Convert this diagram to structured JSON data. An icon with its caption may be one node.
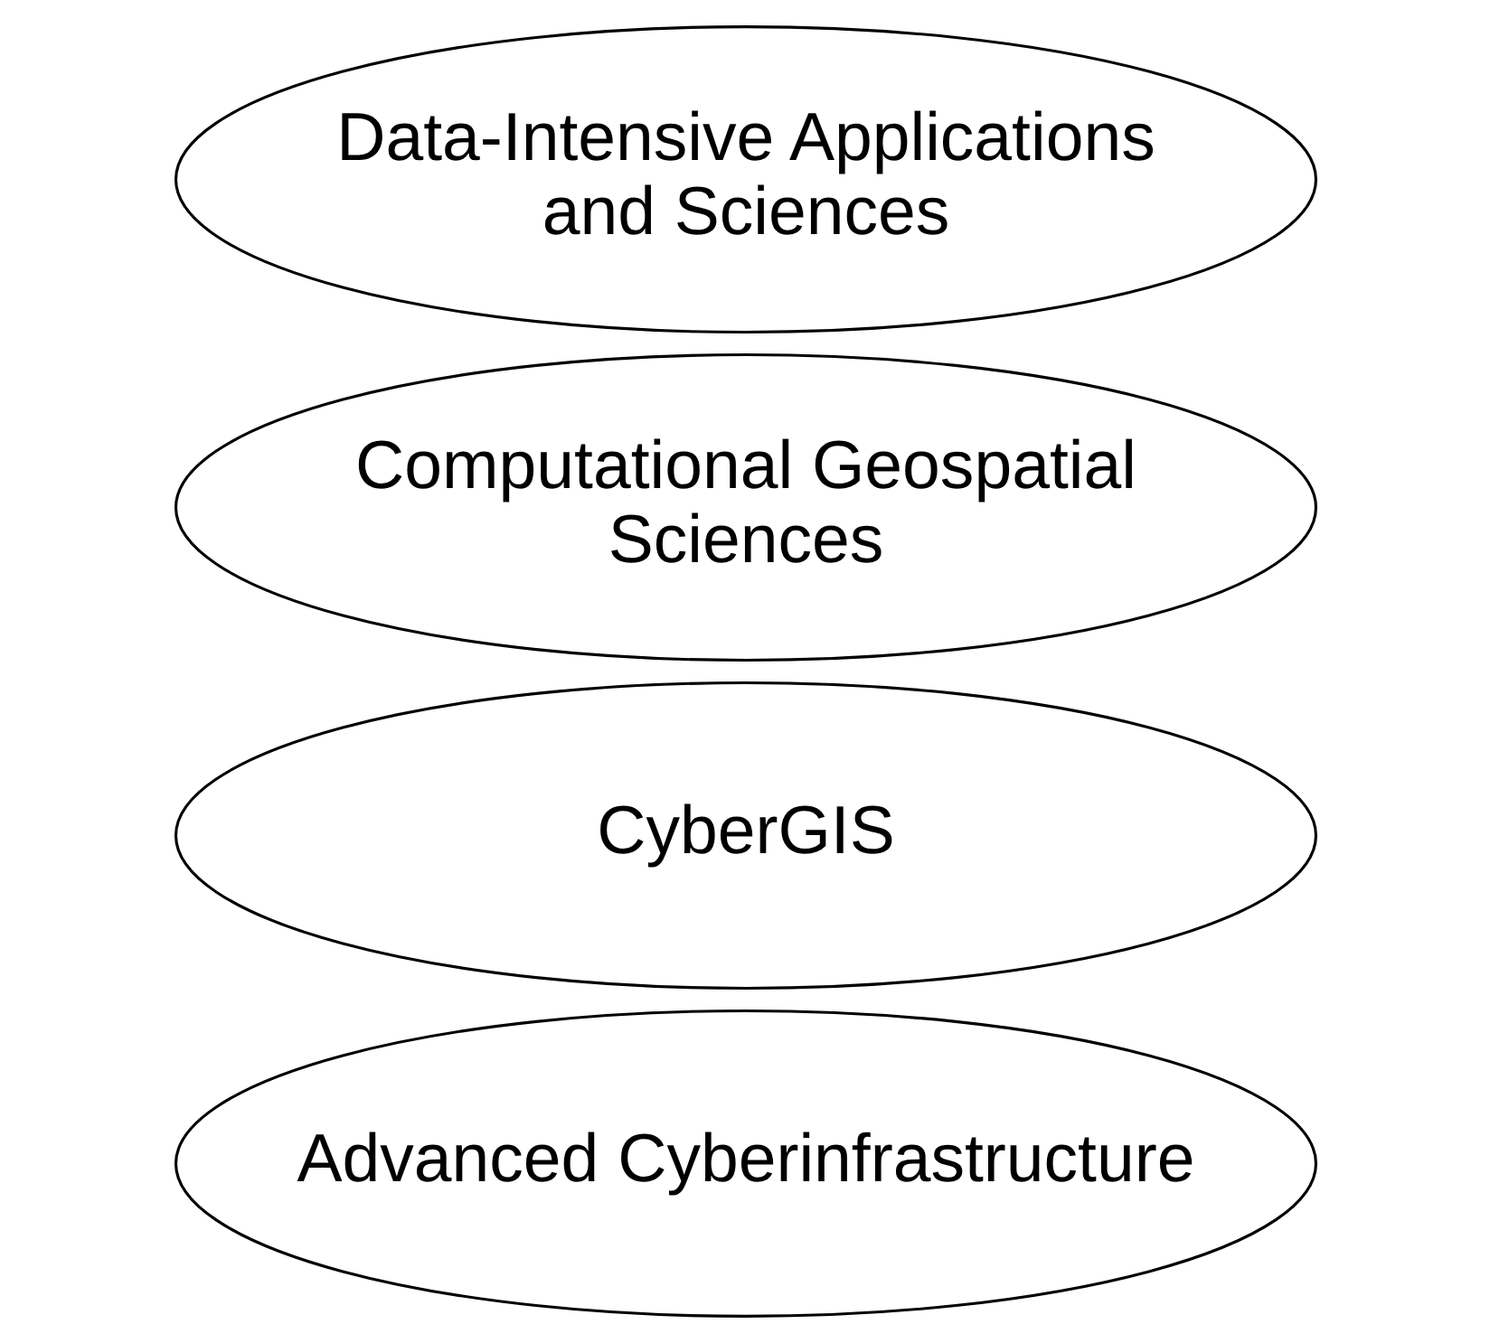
{
  "diagram": {
    "nodes": [
      {
        "text": [
          "Data-Intensive Applications and Sciences"
        ]
      },
      {
        "text": [
          "Computational Geospatial Sciences"
        ]
      },
      {
        "text": [
          "CyberGIS"
        ]
      },
      {
        "text": [
          "Advanced Cyberinfrastructure"
        ]
      }
    ],
    "edges": []
  }
}
